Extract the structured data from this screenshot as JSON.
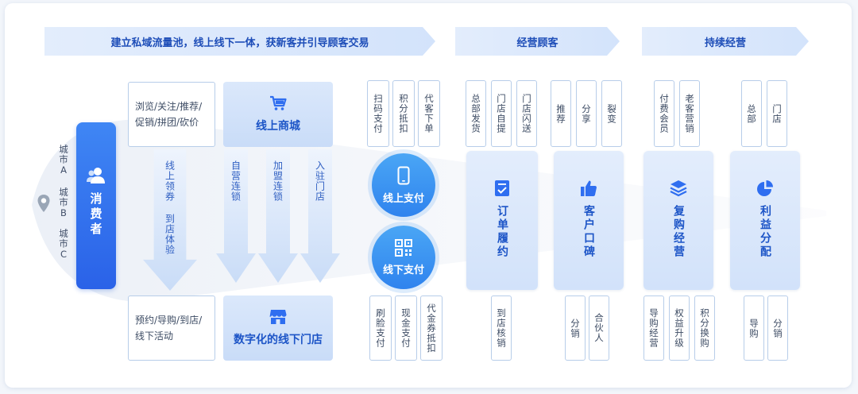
{
  "banners": [
    {
      "label": "建立私域流量池，线上线下一体，获新客并引导顾客交易"
    },
    {
      "label": "经营顾客"
    },
    {
      "label": "持续经营"
    }
  ],
  "cities": [
    "城市A",
    "城市B",
    "城市C"
  ],
  "consumer": {
    "label": "消费者"
  },
  "top_activity": {
    "label": "浏览/关注/推荐/促销/拼团/砍价"
  },
  "bottom_activity": {
    "label": "预约/导购/到店/线下活动"
  },
  "online_mall": {
    "label": "线上商城"
  },
  "offline_store": {
    "label": "数字化的线下门店"
  },
  "arrows": [
    {
      "label": "线上领券 到店体验"
    },
    {
      "label": "自营连锁"
    },
    {
      "label": "加盟连锁"
    },
    {
      "label": "入驻门店"
    }
  ],
  "online_pay": {
    "label": "线上支付"
  },
  "offline_pay": {
    "label": "线下支付"
  },
  "online_pay_tags": [
    "扫码支付",
    "积分抵扣",
    "代客下单"
  ],
  "offline_pay_tags": [
    "刷脸支付",
    "现金支付",
    "代金券抵扣"
  ],
  "pillars": [
    {
      "label": "订单履约",
      "icon": "order-check-icon",
      "top_tags": [
        "总部发货",
        "门店自提",
        "门店闪送"
      ],
      "bottom_tags": [
        "到店核销"
      ]
    },
    {
      "label": "客户口碑",
      "icon": "thumbs-up-icon",
      "top_tags": [
        "推荐",
        "分享",
        "裂变"
      ],
      "bottom_tags": [
        "分销",
        "合伙人"
      ]
    },
    {
      "label": "复购经营",
      "icon": "layers-icon",
      "top_tags": [
        "付费会员",
        "老客营销"
      ],
      "bottom_tags": [
        "导购经营",
        "权益升级",
        "积分换购"
      ]
    },
    {
      "label": "利益分配",
      "icon": "pie-chart-icon",
      "top_tags": [
        "总部",
        "门店"
      ],
      "bottom_tags": [
        "导购",
        "分销"
      ]
    }
  ],
  "colors": {
    "primary": "#2f6ef0",
    "light": "#dbe8fb",
    "text_dark": "#1d55c7"
  }
}
